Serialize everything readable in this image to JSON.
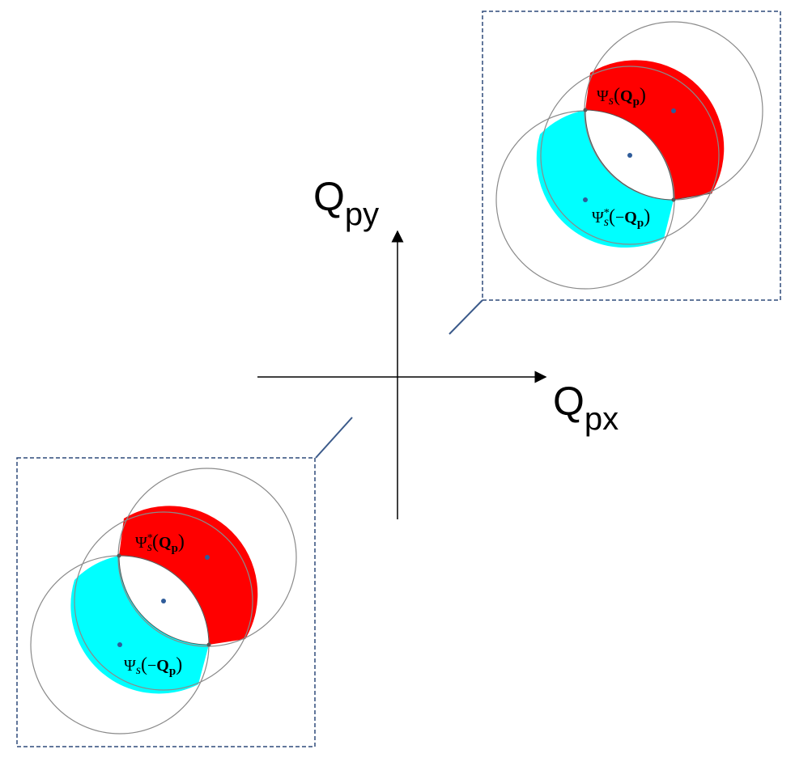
{
  "axes": {
    "x_label": "Q",
    "x_sub": "px",
    "y_label": "Q",
    "y_sub": "py"
  },
  "insets": [
    {
      "name": "top-right",
      "red_label": {
        "psi": "Ψ",
        "s": "s",
        "sup": "",
        "arg": "Q",
        "argsub": "p",
        "neg": ""
      },
      "cyan_label": {
        "psi": "Ψ",
        "s": "s",
        "sup": "*",
        "arg": "Q",
        "argsub": "p",
        "neg": "−"
      }
    },
    {
      "name": "bottom-left",
      "red_label": {
        "psi": "Ψ",
        "s": "s",
        "sup": "*",
        "arg": "Q",
        "argsub": "p",
        "neg": ""
      },
      "cyan_label": {
        "psi": "Ψ",
        "s": "s",
        "sup": "",
        "arg": "Q",
        "argsub": "p",
        "neg": "−"
      }
    }
  ],
  "colors": {
    "red": "#ff0000",
    "cyan": "#00ffff",
    "inset_border": "#2f4a7a",
    "circle_stroke": "#8a8a8a",
    "dot": "#2f5c9a"
  }
}
